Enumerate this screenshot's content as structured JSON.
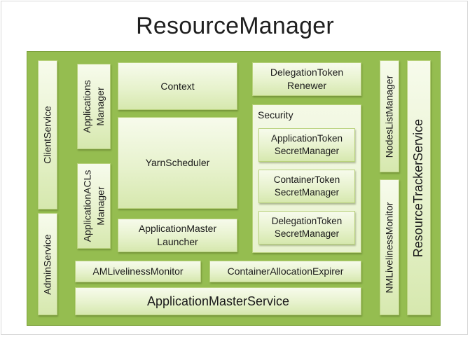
{
  "diagram": {
    "title": "ResourceManager",
    "components": {
      "client_service": "ClientService",
      "admin_service": "AdminService",
      "applications_manager": "Applications Manager",
      "application_acls_manager": "ApplicationACLs Manager",
      "context": "Context",
      "yarn_scheduler": "YarnScheduler",
      "application_master_launcher": "ApplicationMaster Launcher",
      "delegation_token_renewer": "DelegationToken Renewer",
      "security": "Security",
      "application_token_secret_manager": "ApplicationToken SecretManager",
      "container_token_secret_manager": "ContainerToken SecretManager",
      "delegation_token_secret_manager": "DelegationToken SecretManager",
      "am_liveliness_monitor": "AMLivelinessMonitor",
      "container_allocation_expirer": "ContainerAllocationExpirer",
      "application_master_service": "ApplicationMasterService",
      "nodes_list_manager": "NodesListManager",
      "nm_liveliness_monitor": "NMLivelinessMonitor",
      "resource_tracker_service": "ResourceTrackerService"
    }
  },
  "colors": {
    "container_green": "#95bd50",
    "box_fill_light": "#f7fbec",
    "box_fill_dark": "#d6e8ae",
    "box_border": "#b9d27d",
    "text": "#1a1a1a"
  }
}
